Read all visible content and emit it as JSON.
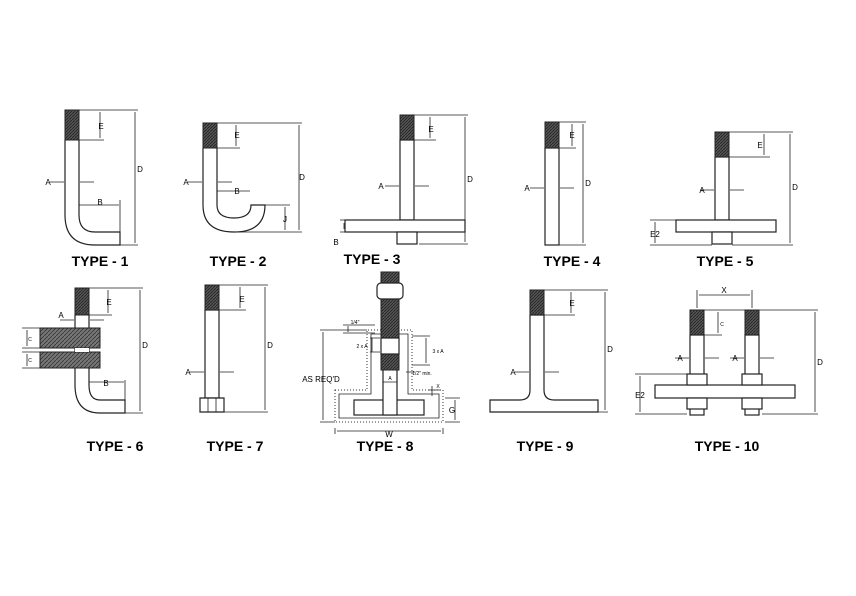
{
  "title": "Anchor bolt types",
  "types": [
    {
      "label": "TYPE - 1",
      "dims": [
        "A",
        "B",
        "D",
        "E"
      ]
    },
    {
      "label": "TYPE - 2",
      "dims": [
        "A",
        "B",
        "D",
        "E",
        "J"
      ]
    },
    {
      "label": "TYPE - 3",
      "dims": [
        "A",
        "B",
        "D",
        "E"
      ]
    },
    {
      "label": "TYPE - 4",
      "dims": [
        "A",
        "D",
        "E"
      ]
    },
    {
      "label": "TYPE - 5",
      "dims": [
        "A",
        "D",
        "E",
        "E2"
      ]
    },
    {
      "label": "TYPE - 6",
      "dims": [
        "A",
        "B",
        "D",
        "E",
        "C",
        "C"
      ]
    },
    {
      "label": "TYPE - 7",
      "dims": [
        "A",
        "D",
        "E"
      ]
    },
    {
      "label": "TYPE - 8",
      "dims": [
        "AS REQ'D",
        "1/4\"",
        "2 x A",
        "3 x A",
        "1/2\" min.",
        "A",
        "X",
        "G",
        "W"
      ]
    },
    {
      "label": "TYPE - 9",
      "dims": [
        "A",
        "D",
        "E"
      ]
    },
    {
      "label": "TYPE - 10",
      "dims": [
        "X",
        "A",
        "A",
        "C",
        "D",
        "E2"
      ]
    }
  ]
}
